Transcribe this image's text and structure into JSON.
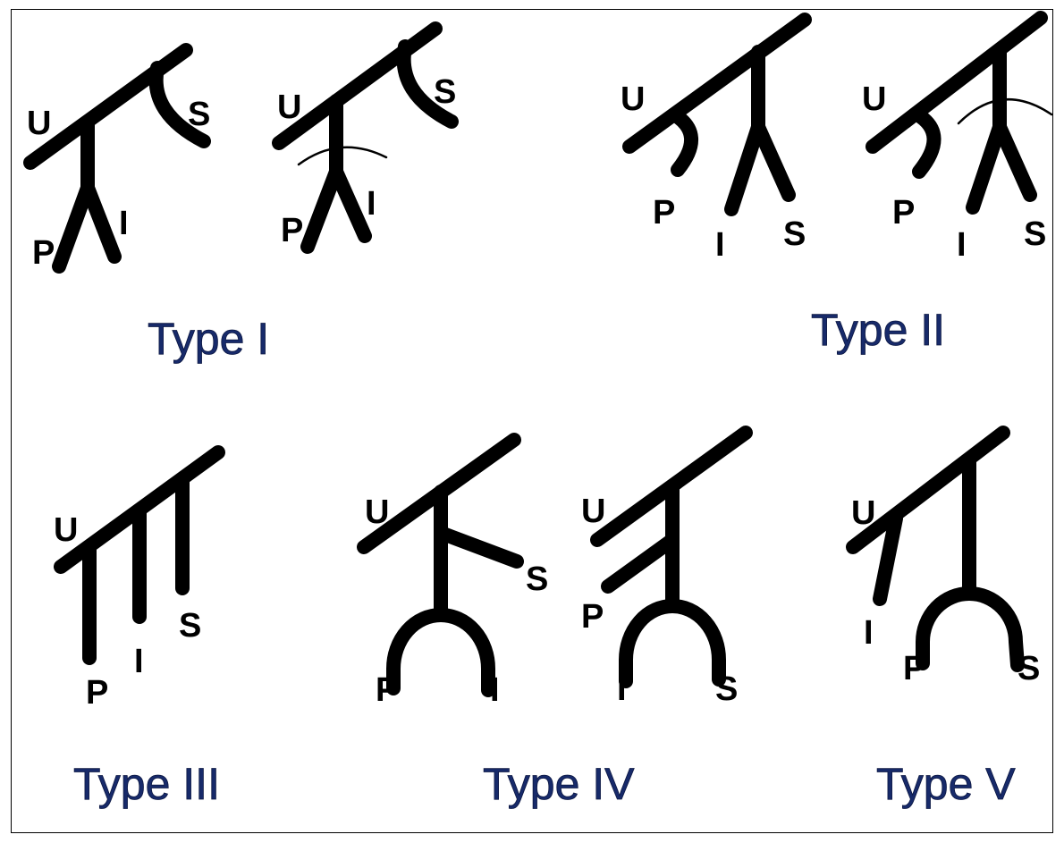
{
  "labels": {
    "U": "U",
    "S": "S",
    "P": "P",
    "I": "I"
  },
  "titles": {
    "type1": "Type I",
    "type2": "Type II",
    "type3": "Type III",
    "type4": "Type IV",
    "type5": "Type V"
  },
  "colors": {
    "title": "#172a6a",
    "lines": "#000000",
    "background": "#ffffff"
  }
}
